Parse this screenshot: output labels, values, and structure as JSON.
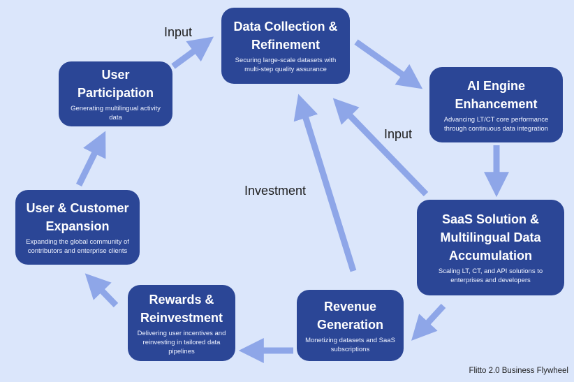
{
  "nodes": {
    "data_collection": {
      "title": "Data Collection &\nRefinement",
      "desc": "Securing large-scale datasets with\nmulti-step quality assurance"
    },
    "ai_engine": {
      "title": "AI Engine\nEnhancement",
      "desc": "Advancing LT/CT core performance\nthrough continuous data integration"
    },
    "saas": {
      "title": "SaaS Solution &\nMultilingual Data\nAccumulation",
      "desc": "Scaling LT, CT, and API solutions to\nenterprises and developers"
    },
    "revenue": {
      "title": "Revenue\nGeneration",
      "desc": "Monetizing datasets and SaaS\nsubscriptions"
    },
    "rewards": {
      "title": "Rewards &\nReinvestment",
      "desc": "Delivering user incentives and\nreinvesting in tailored data\npipelines"
    },
    "expansion": {
      "title": "User & Customer\nExpansion",
      "desc": "Expanding the global community of\ncontributors and enterprise clients"
    },
    "participation": {
      "title": "User\nParticipation",
      "desc": "Generating multilingual activity\ndata"
    }
  },
  "labels": {
    "input_left": "Input",
    "input_right": "Input",
    "investment": "Investment"
  },
  "caption": "Flitto 2.0 Business Flywheel",
  "colors": {
    "background": "#dbe6fb",
    "node_fill": "#2b4696",
    "arrow": "#8ea6e8"
  }
}
